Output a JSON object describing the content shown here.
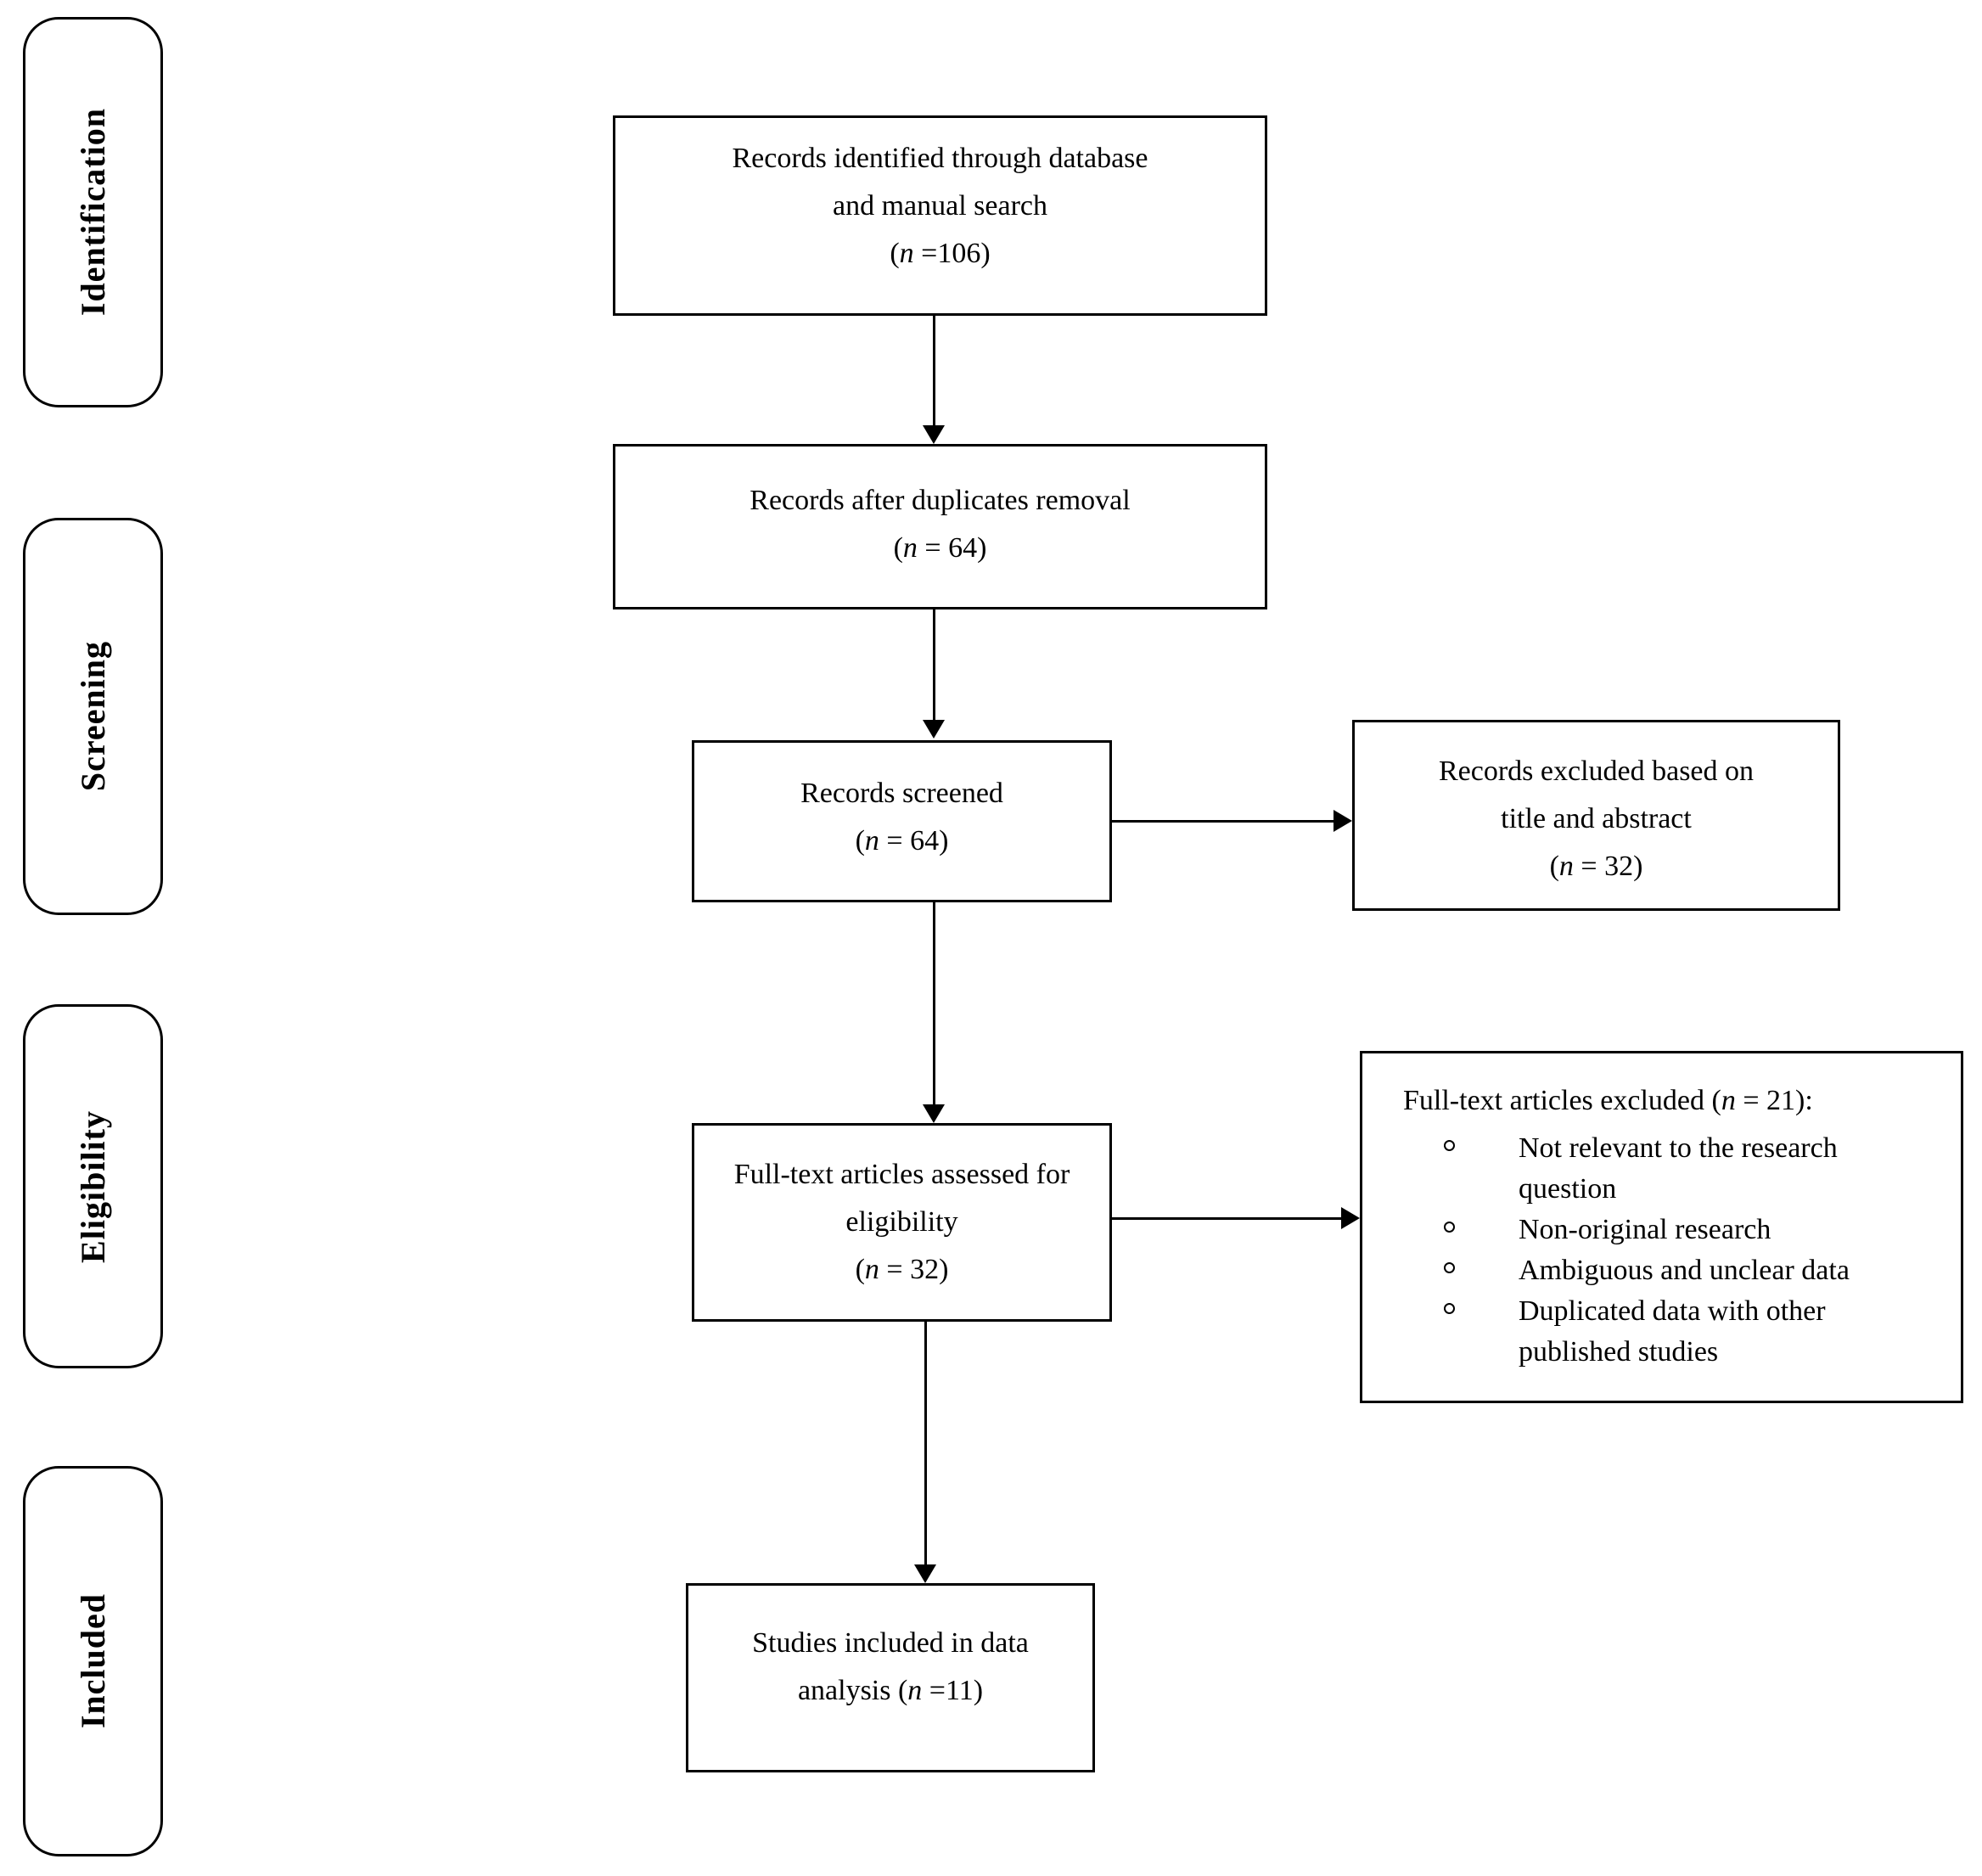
{
  "diagram": {
    "stages": [
      {
        "label": "Identification"
      },
      {
        "label": "Screening"
      },
      {
        "label": "Eligibility"
      },
      {
        "label": "Included"
      }
    ],
    "boxes": {
      "identified": {
        "line1": "Records identified through database",
        "line2": "and manual search",
        "count_open": "(",
        "count_var": "n",
        "count_rest": " =106)"
      },
      "deduplicated": {
        "line1": "Records after duplicates removal",
        "count_open": "(",
        "count_var": "n",
        "count_rest": " = 64)"
      },
      "screened": {
        "line1": "Records screened",
        "count_open": "(",
        "count_var": "n",
        "count_rest": " = 64)"
      },
      "assessed": {
        "line1": "Full-text articles assessed for",
        "line2": "eligibility",
        "count_open": "(",
        "count_var": "n",
        "count_rest": " = 32)"
      },
      "included": {
        "line1": "Studies included in data",
        "line2_prefix": "analysis (",
        "count_var": "n",
        "count_rest": " =11)"
      },
      "excluded_screening": {
        "line1": "Records excluded based on",
        "line2": "title and abstract",
        "count_open": "(",
        "count_var": "n",
        "count_rest": " = 32)"
      },
      "excluded_fulltext": {
        "heading_prefix": "Full-text articles excluded (",
        "heading_var": "n",
        "heading_rest": " = 21):",
        "reasons": [
          "Not relevant to the research question",
          "Non-original research",
          "Ambiguous and unclear data",
          "Duplicated data with other published studies"
        ]
      }
    },
    "colors": {
      "line": "#000000",
      "background": "#ffffff"
    }
  }
}
